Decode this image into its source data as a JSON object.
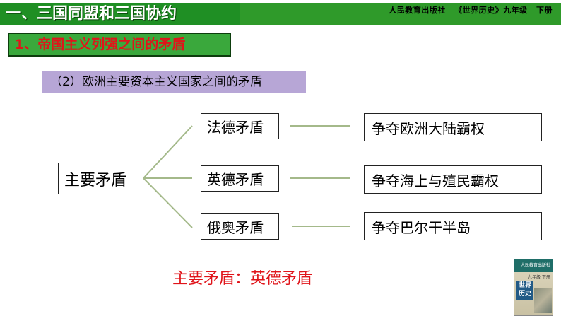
{
  "header": {
    "section_title": "一、三国同盟和三国协约",
    "publisher": "人民教育出版社",
    "book": "《世界历史》九年级",
    "volume": "下册"
  },
  "subtitle": "1、帝国主义列强之间的矛盾",
  "subsubtitle": "（2）欧洲主要资本主义国家之间的矛盾",
  "diagram": {
    "root": "主要矛盾",
    "branches": [
      {
        "conflict": "法德矛盾",
        "goal": "争夺欧洲大陆霸权"
      },
      {
        "conflict": "英德矛盾",
        "goal": "争夺海上与殖民霸权"
      },
      {
        "conflict": "俄奥矛盾",
        "goal": "争夺巴尔干半岛"
      }
    ]
  },
  "conclusion": "主要矛盾：英德矛盾",
  "book_cover": {
    "title": "世界历史",
    "grade": "九年级",
    "volume": "下册",
    "publisher_band": "人民教育出版社"
  }
}
